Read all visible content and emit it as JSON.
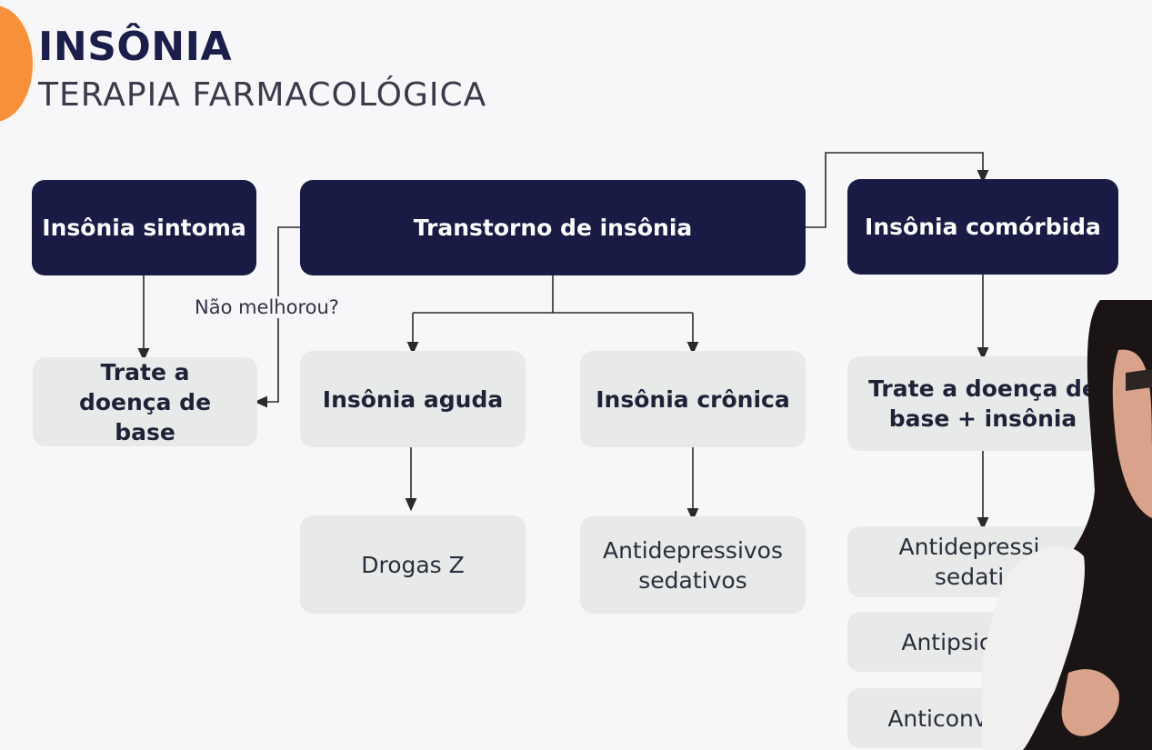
{
  "header": {
    "title": "INSÔNIA",
    "subtitle": "TERAPIA FARMACOLÓGICA"
  },
  "flowchart": {
    "sintoma": "Insônia sintoma",
    "transtorno": "Transtorno de insônia",
    "comorbida": "Insônia comórbida",
    "trate_base": "Trate a doença de base",
    "aguda": "Insônia aguda",
    "cronica": "Insônia crônica",
    "trate_base_insonia": "Trate a doença de base + insônia",
    "drogas_z": "Drogas Z",
    "antidep_sedativos": "Antidepressivos sedativos",
    "comorb_antidep": "Antidepressi sedati",
    "comorb_antipsic": "Antipsic",
    "comorb_anticonv": "Anticonv",
    "nao_melhorou": "Não melhorou?"
  },
  "colors": {
    "dark_box": "#191b45",
    "light_box": "#e8e9e9",
    "accent": "#f7913c",
    "background": "#f7f7f9"
  }
}
